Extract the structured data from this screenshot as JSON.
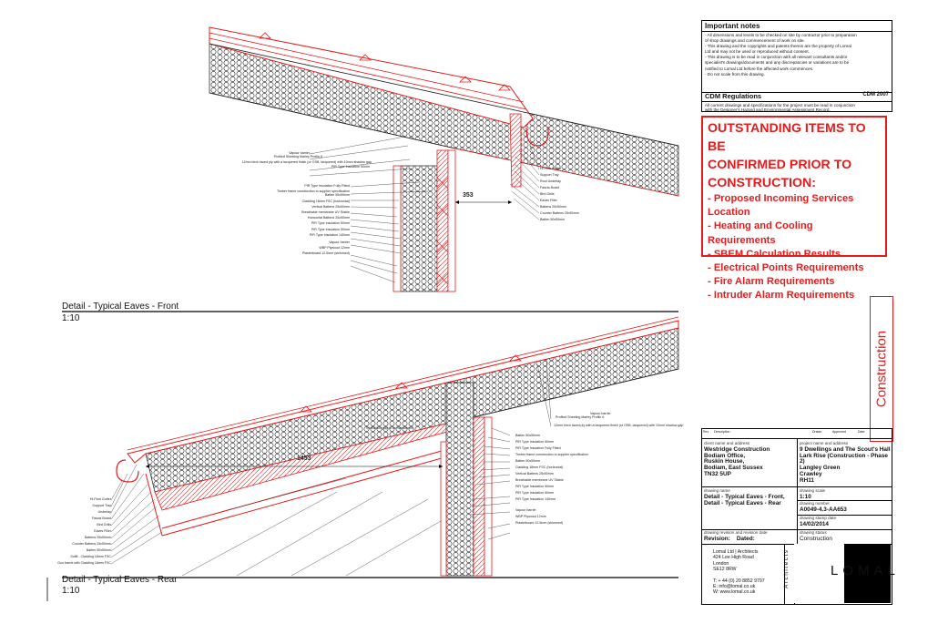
{
  "important_notes": {
    "heading": "Important notes",
    "lines": [
      "- All dimensions and levels to be checked on site by contractor prior to preparation",
      "of shop drawings and commencement of work on site.",
      "- This drawing and the copyrights and patents therein are the property of Lomal",
      "Ltd and may not be used or reproduced without consent.",
      "- This drawing is to be read in conjunction with all relevant consultants and/or",
      "specialist's drawings/documents and any discrepancies or variations are to be",
      "notified to Lomal Ltd before the affected work commences.",
      "- Do not scale from this drawing."
    ]
  },
  "cdm": {
    "heading": "CDM Regulations",
    "ref": "CDM 2007",
    "lines": [
      "All current drawings and specifications for the project must be read in conjunction",
      "with the Designer's Hazard and Environmental Assessment Record."
    ]
  },
  "outstanding": {
    "heading": [
      "OUTSTANDING ITEMS TO BE",
      "CONFIRMED PRIOR TO",
      "CONSTRUCTION:"
    ],
    "items": [
      "- Proposed Incoming Services Location",
      "- Heating and Cooling Requirements",
      "- SBEM Calculation Results",
      "- Electrical Points Requirements",
      "- Fire Alarm Requirements",
      "- Intruder Alarm Requirements"
    ]
  },
  "status_stamp": "Construction",
  "title_block": {
    "client_label": "client name and address",
    "client_lines": [
      "Westridge Construction",
      "Bodiam Office,",
      "Ruskin House,",
      "Bodiam, East Sussex",
      "TN32 5UP"
    ],
    "project_label": "project name and address",
    "project_lines": [
      "9 Dwellings and The Scout's Hall",
      "Lark Rise (Construction - Phase 2)",
      "Langley Green",
      "Crawley",
      "RH11"
    ],
    "drawing_name_label": "drawing name",
    "drawing_name_lines": [
      "Detail - Typical Eaves - Front,",
      "Detail - Typical Eaves - Rear"
    ],
    "scale_label": "drawing scale",
    "scale": "1:10",
    "number_label": "drawing number",
    "number": "A0049-4.3-AA653",
    "stamp_label": "drawing stamp date",
    "stamp_date": "14/02/2014",
    "revision_label": "drawing revision and revision date",
    "revision_text": "Revision:",
    "dated_text": "Dated:",
    "status_label": "drawing status",
    "status": "Construction",
    "rev_header": [
      "Rev",
      "Description",
      "Drawn",
      "Approved",
      "Date"
    ]
  },
  "practice": {
    "lines": [
      "Lomal Ltd | Architects",
      "424 Lee High Road",
      "London",
      "SE12 8RW"
    ],
    "tel": "T: + 44 (0) 20 8852 9797",
    "email": "E: info@lomal.co.uk",
    "web": "W: www.lomal.co.uk",
    "vertical": "Architects",
    "logo_dark": "LO",
    "logo_light": "MAL"
  },
  "front_detail": {
    "title": "Detail - Typical Eaves - Front",
    "scale": "1:10",
    "dimension": "353",
    "labels_left": [
      "Vapour barrier",
      "Profiled Sheeting Marley Profile 6",
      "12mm birch faced ply with a lacquered finish (or OSB, lacquered) with 10mm shadow gap",
      "PIR Type Insulation 50mm",
      "PIR Type Insulation Fully Fitted",
      "Timber frame construction to supplier specification",
      "Batten 50x50mm",
      "Cladding 18mm FSC (horizontal)",
      "Vertical Battens 25x50mm",
      "Breathable membrane UV Stable",
      "Horizontal Battens 25x50mm",
      "PIR Type Insulation 50mm",
      "PIR Type Insulation 50mm",
      "PIR Type Insulation 140mm",
      "Vapour barrier",
      "WBP Plywood 12mm",
      "Plasterboard 12.5mm (skimmed)"
    ],
    "labels_right": [
      "Hi-Flow Gutter",
      "Support Tray",
      "Roof Underlay",
      "Fascia Board",
      "Bird Grills",
      "Eaves Filler",
      "Battens 25x50mm",
      "Counter Battens 25x50mm",
      "Batten 50x50mm"
    ]
  },
  "rear_detail": {
    "title": "Detail - Typical Eaves - Rear",
    "scale": "1:10",
    "dimension": "1453",
    "ventilation": "Ventilation gap to be maintained",
    "labels_right": [
      "Vapour barrier",
      "Profiled Sheeting Marley Profile 6",
      "12mm birch faced ply with a lacquered finish (or OSB, lacquered) with 10mm shadow gap",
      "Batten 50x50mm",
      "PIR Type Insulation 50mm",
      "PIR Type Insulation Fully Fitted",
      "Timber frame construction to supplier specification",
      "Batten 50x50mm",
      "Cladding 18mm FSC (horizontal)",
      "Vertical Battens 25x50mm",
      "Breathable membrane UV Stable",
      "PIR Type Insulation 50mm",
      "PIR Type Insulation 50mm",
      "PIR Type Insulation 140mm",
      "Vapour barrier",
      "WBP Plywood 12mm",
      "Plasterboard 12.5mm (skimmed)"
    ],
    "labels_left": [
      "Hi-Flow Gutter",
      "Support Tray",
      "Underlay",
      "Fascia Board",
      "Bird Grills",
      "Eaves Filler",
      "Battens 25x50mm",
      "Counter Battens 25x50mm",
      "Batten 50x50mm",
      "Soffit - Cladding 18mm FSC",
      "Gun barrel with Cladding 18mm FSC"
    ]
  },
  "colors": {
    "accent_red": "#e21c1c",
    "line": "#000000",
    "hatch": "#333333"
  }
}
